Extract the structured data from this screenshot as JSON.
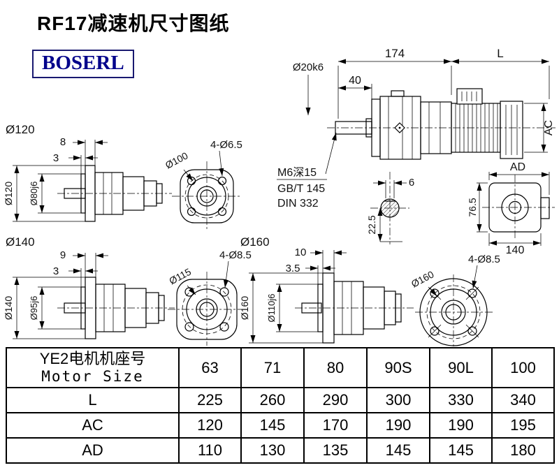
{
  "title": "RF17减速机尺寸图纸",
  "logo": "BOSERL",
  "main_view": {
    "dim_174": "174",
    "dim_L": "L",
    "dim_40": "40",
    "shaft_dia": "Ø20k6",
    "dim_ac": "AC",
    "dim_ad": "AD",
    "note1": "M6深15",
    "note2": "GB/T 145",
    "note3": "DIN 332",
    "key_width": "6",
    "key_depth": "22.5",
    "flange_height": "76.5",
    "flange_width": "140"
  },
  "flange120": {
    "title": "Ø120",
    "dim_a": "8",
    "dim_b": "3",
    "outer": "Ø120",
    "spigot": "Ø80j6",
    "circle_label": "Ø100",
    "holes": "4-Ø6.5"
  },
  "flange140": {
    "title": "Ø140",
    "dim_a": "9",
    "dim_b": "3",
    "outer": "Ø140",
    "spigot": "Ø95j6",
    "circle_label": "Ø115",
    "holes": "4-Ø8.5"
  },
  "flange160": {
    "title": "Ø160",
    "dim_a": "10",
    "dim_b": "3.5",
    "outer": "Ø160",
    "spigot": "Ø110j6",
    "circle_label": "Ø160",
    "holes": "4-Ø8.5"
  },
  "table": {
    "header": {
      "line1": "YE2电机机座号",
      "line2": "Motor Size"
    },
    "motor_sizes": [
      "63",
      "71",
      "80",
      "90S",
      "90L",
      "100"
    ],
    "rows": [
      {
        "label": "L",
        "values": [
          "225",
          "260",
          "290",
          "300",
          "330",
          "340"
        ]
      },
      {
        "label": "AC",
        "values": [
          "120",
          "145",
          "170",
          "190",
          "190",
          "195"
        ]
      },
      {
        "label": "AD",
        "values": [
          "110",
          "130",
          "135",
          "145",
          "145",
          "180"
        ]
      }
    ]
  }
}
